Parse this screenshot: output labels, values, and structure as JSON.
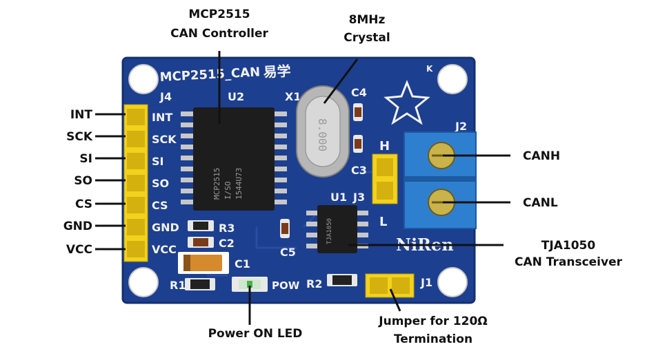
{
  "callouts": {
    "pins": [
      "INT",
      "SCK",
      "SI",
      "SO",
      "CS",
      "GND",
      "VCC"
    ],
    "controller_line1": "MCP2515",
    "controller_line2": "CAN Controller",
    "crystal_line1": "8MHz",
    "crystal_line2": "Crystal",
    "canh": "CANH",
    "canl": "CANL",
    "transceiver_line1": "TJA1050",
    "transceiver_line2": "CAN Transceiver",
    "led": "Power ON LED",
    "jumper_line1": "Jumper for 120Ω",
    "jumper_line2": "Termination"
  },
  "silkscreen": {
    "board_title": "MCP2515_CAN",
    "board_title_glyphs": "易学",
    "j4": "J4",
    "u2": "U2",
    "x1": "X1",
    "c4": "C4",
    "c3": "C3",
    "j2": "J2",
    "h": "H",
    "l": "L",
    "u1": "U1",
    "j3": "J3",
    "r3": "R3",
    "c2": "C2",
    "c1": "C1",
    "r1": "R1",
    "pow": "POW",
    "r2": "R2",
    "j1": "J1",
    "c5": "C5",
    "k": "K",
    "brand": "NiRen",
    "pin_labels": [
      "INT",
      "SCK",
      "SI",
      "SO",
      "CS",
      "GND",
      "VCC"
    ]
  },
  "chip_markings": {
    "mcp_line1": "MCP2515",
    "mcp_line2": "I/SO",
    "mcp_line3": "1544U73",
    "tja": "TJA1050",
    "crystal": "8.000"
  },
  "colors": {
    "pcb": "#1d3f8f",
    "pcb_edge": "#14306f",
    "header": "#f3d21d",
    "terminal": "#2f7fd0",
    "chip": "#1d1d1d"
  }
}
